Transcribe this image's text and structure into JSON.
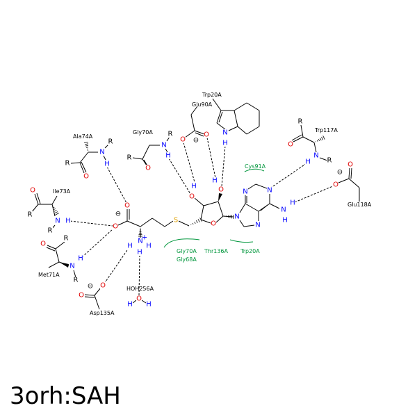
{
  "title": "3orh:SAH",
  "atoms": {
    "O": "O",
    "N": "N",
    "H": "H",
    "R": "R",
    "S": "S",
    "minus": "⊖",
    "plus": "+"
  },
  "colors": {
    "O": "#e00000",
    "N": "#0000ff",
    "H": "#0000ff",
    "S": "#e0a000",
    "R": "#000000",
    "hydrophobic": "#00963c",
    "bond": "#000000"
  },
  "residues": {
    "trp20_top": "Trp20A",
    "glu90": "Glu90A",
    "gly70_top": "Gly70A",
    "ala74": "Ala74A",
    "ile73": "Ile73A",
    "met71": "Met71A",
    "asp135": "Asp135A",
    "hoh256": "HOH256A",
    "trp117": "Trp117A",
    "glu118": "Glu118A"
  },
  "hydrophobic": {
    "cys91": "Cys91A",
    "gly70": "Gly70A",
    "gly68": "Gly68A",
    "thr136": "Thr136A",
    "trp20": "Trp20A"
  }
}
